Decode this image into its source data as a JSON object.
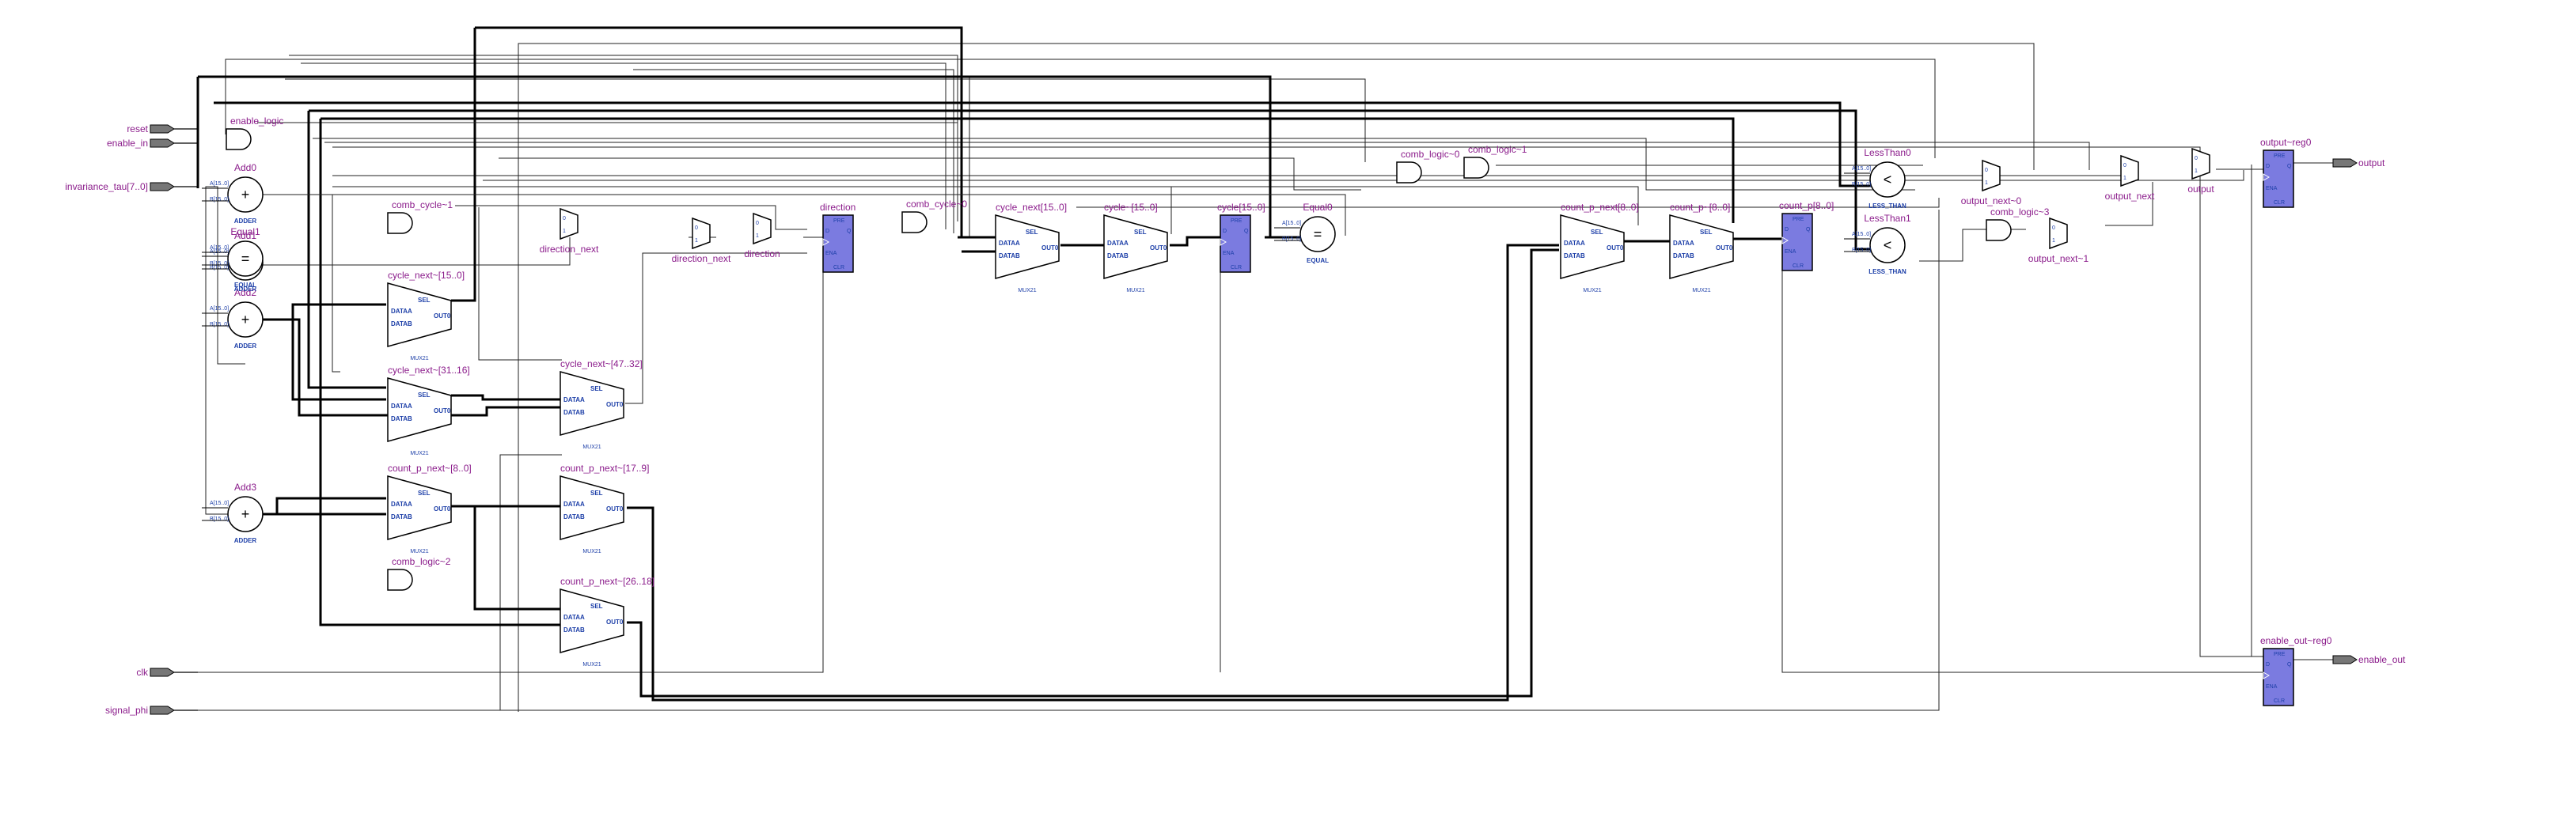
{
  "colors": {
    "label": "#8b1c8b",
    "type_text": "#1d3fa8",
    "register_fill": "#7b7be0",
    "wire": "#222222"
  },
  "input_pins": [
    {
      "name": "reset"
    },
    {
      "name": "enable_in"
    },
    {
      "name": "invariance_tau[7..0]"
    },
    {
      "name": "clk"
    },
    {
      "name": "signal_phi"
    }
  ],
  "output_pins": [
    {
      "name": "output"
    },
    {
      "name": "enable_out"
    }
  ],
  "adders": [
    {
      "name": "Add0",
      "type": "ADDER",
      "op": "+"
    },
    {
      "name": "Add2",
      "type": "ADDER",
      "op": "+"
    },
    {
      "name": "Add1",
      "type": "ADDER",
      "op": "+"
    },
    {
      "name": "Add3",
      "type": "ADDER",
      "op": "+"
    }
  ],
  "comparators": [
    {
      "name": "Equal1",
      "type": "EQUAL",
      "op": "="
    },
    {
      "name": "Equal0",
      "type": "EQUAL",
      "op": "="
    },
    {
      "name": "LessThan0",
      "type": "LESS_THAN",
      "op": "<"
    },
    {
      "name": "LessThan1",
      "type": "LESS_THAN",
      "op": "<"
    }
  ],
  "muxes": [
    {
      "name": "cycle_next~[15..0]",
      "type": "MUX21"
    },
    {
      "name": "cycle_next~[31..16]",
      "type": "MUX21"
    },
    {
      "name": "cycle_next~[47..32]",
      "type": "MUX21"
    },
    {
      "name": "count_p_next~[8..0]",
      "type": "MUX21"
    },
    {
      "name": "count_p_next~[17..9]",
      "type": "MUX21"
    },
    {
      "name": "count_p_next~[26..18]",
      "type": "MUX21"
    },
    {
      "name": "cycle_next[15..0]",
      "type": "MUX21"
    },
    {
      "name": "cycle~[15..0]",
      "type": "MUX21"
    },
    {
      "name": "count_p_next[8..0]",
      "type": "MUX21"
    },
    {
      "name": "count_p~[8..0]",
      "type": "MUX21"
    }
  ],
  "registers": [
    {
      "name": "direction"
    },
    {
      "name": "cycle[15..0]"
    },
    {
      "name": "count_p[8..0]"
    },
    {
      "name": "output~reg0"
    },
    {
      "name": "enable_out~reg0"
    }
  ],
  "small_muxes": [
    {
      "name": "direction_next"
    },
    {
      "name": "direction_next"
    },
    {
      "name": "direction"
    },
    {
      "name": "output_next~0"
    },
    {
      "name": "output_next"
    },
    {
      "name": "output_next~1"
    },
    {
      "name": "output"
    }
  ],
  "logic_gates": [
    {
      "name": "enable_logic"
    },
    {
      "name": "comb_cycle~1"
    },
    {
      "name": "comb_cycle~0"
    },
    {
      "name": "comb_logic~0"
    },
    {
      "name": "comb_logic~1"
    },
    {
      "name": "comb_logic~2"
    },
    {
      "name": "comb_logic~3"
    }
  ],
  "mux_ports": {
    "sel": "SEL",
    "dataa": "DATAA",
    "datab": "DATAB",
    "out": "OUT0"
  },
  "reg_ports": {
    "pre": "PRE",
    "d": "D",
    "q": "Q",
    "ena": "ENA",
    "clr": "CLR"
  }
}
